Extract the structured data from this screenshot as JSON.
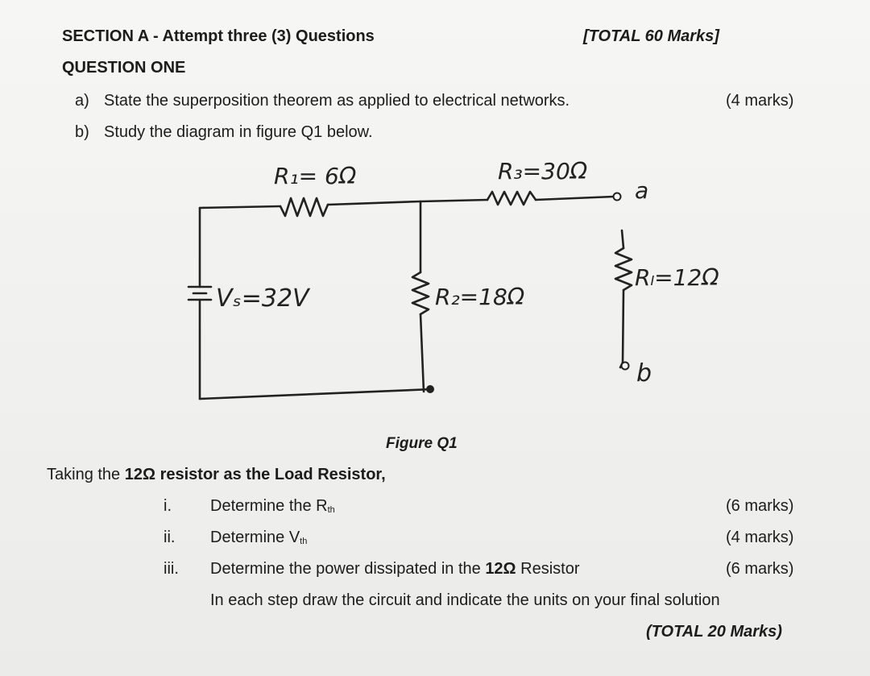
{
  "header": {
    "section_title": "SECTION A - Attempt three (3) Questions",
    "total_marks": "[TOTAL 60 Marks]",
    "question_title": "QUESTION ONE"
  },
  "part_a": {
    "label": "a)",
    "text": "State the superposition theorem as applied to electrical networks.",
    "marks": "(4 marks)"
  },
  "part_b": {
    "label": "b)",
    "text": "Study the diagram in figure Q1 below."
  },
  "circuit": {
    "r1_label": "R₁= 6Ω",
    "r3_label": "R₃=30Ω",
    "r2_label": "R₂=18Ω",
    "rl_label": "Rₗ=12Ω",
    "vs_label": "Vₛ=32V",
    "node_a": "a",
    "node_b": "b"
  },
  "figure_caption": "Figure Q1",
  "load_statement": {
    "prefix": "Taking the ",
    "value": "12Ω",
    "suffix": " resistor as the Load Resistor,"
  },
  "tasks": [
    {
      "num": "i.",
      "text_main": "Determine the R",
      "text_sub": "th",
      "text_rest": "",
      "marks": "(6 marks)"
    },
    {
      "num": "ii.",
      "text_main": "Determine V",
      "text_sub": "th",
      "text_rest": "",
      "marks": "(4 marks)"
    },
    {
      "num": "iii.",
      "text_main": "Determine the power dissipated in the ",
      "text_sub": "",
      "text_rest": "12Ω",
      "text_after": " Resistor",
      "marks": "(6 marks)"
    }
  ],
  "instruction": "In each step draw the circuit and indicate the units on your final solution",
  "grand_total": "(TOTAL 20 Marks)"
}
